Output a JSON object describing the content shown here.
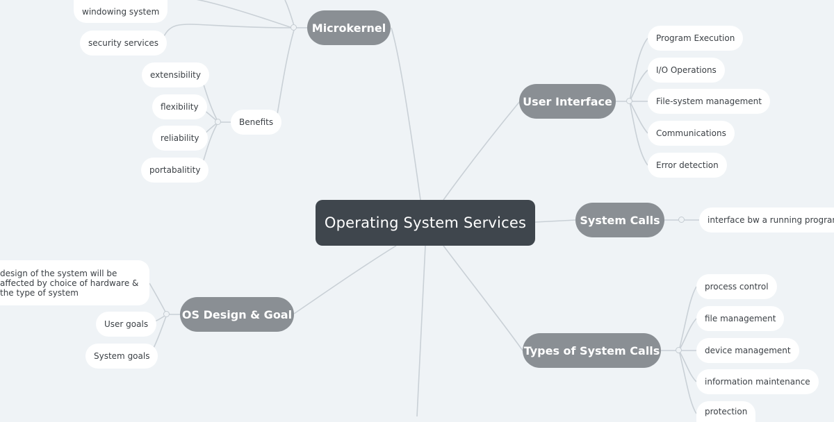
{
  "root": {
    "label": "Operating System Services"
  },
  "microkernel": {
    "label": "Microkernel",
    "items": [
      "windowing system",
      "security services"
    ],
    "benefits": {
      "label": "Benefits",
      "items": [
        "extensibility",
        "flexibility",
        "reliability",
        "portabalitity"
      ]
    }
  },
  "user_interface": {
    "label": "User Interface",
    "items": [
      "Program Execution",
      "I/O Operations",
      "File-system management",
      "Communications",
      "Error detection"
    ]
  },
  "system_calls": {
    "label": "System Calls",
    "items": [
      "interface bw a running program & OS"
    ]
  },
  "os_design": {
    "label": "OS Design & Goal",
    "items": [
      "design of the system will be affected by choice of hardware & the type of system",
      "User goals",
      "System goals"
    ]
  },
  "types_of_system_calls": {
    "label": "Types of System Calls",
    "items": [
      "process control",
      "file management",
      "device management",
      "information maintenance",
      "protection"
    ]
  }
}
